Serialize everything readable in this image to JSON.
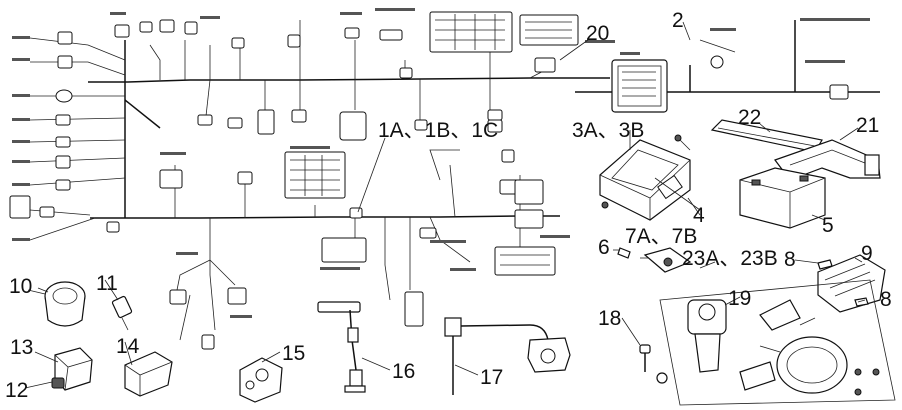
{
  "callouts": [
    {
      "id": "c2",
      "label": "2"
    },
    {
      "id": "c20",
      "label": "20"
    },
    {
      "id": "c1abc",
      "label": "1A、1B、1C"
    },
    {
      "id": "c3ab",
      "label": "3A、3B"
    },
    {
      "id": "c22",
      "label": "22"
    },
    {
      "id": "c21",
      "label": "21"
    },
    {
      "id": "c4",
      "label": "4"
    },
    {
      "id": "c5",
      "label": "5"
    },
    {
      "id": "c6",
      "label": "6"
    },
    {
      "id": "c7ab",
      "label": "7A、7B"
    },
    {
      "id": "c23ab",
      "label": "23A、23B"
    },
    {
      "id": "c8a",
      "label": "8"
    },
    {
      "id": "c9",
      "label": "9"
    },
    {
      "id": "c8b",
      "label": "8"
    },
    {
      "id": "c10",
      "label": "10"
    },
    {
      "id": "c11",
      "label": "11"
    },
    {
      "id": "c13",
      "label": "13"
    },
    {
      "id": "c14",
      "label": "14"
    },
    {
      "id": "c12",
      "label": "12"
    },
    {
      "id": "c15",
      "label": "15"
    },
    {
      "id": "c16",
      "label": "16"
    },
    {
      "id": "c17",
      "label": "17"
    },
    {
      "id": "c18",
      "label": "18"
    },
    {
      "id": "c19",
      "label": "19"
    }
  ]
}
